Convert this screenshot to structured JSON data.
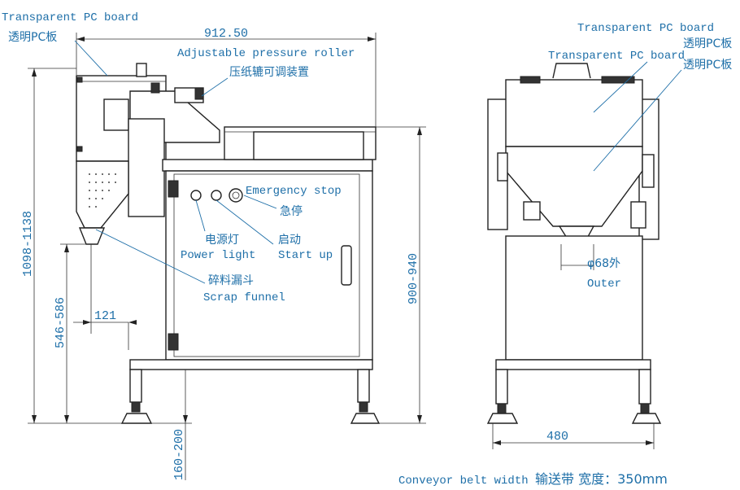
{
  "labels": {
    "pc_board_en_left": "Transparent PC board",
    "pc_board_cn_left": "透明PC板",
    "roller_en": "Adjustable pressure roller",
    "roller_cn": "压纸辘可调装置",
    "estop_en": "Emergency stop",
    "estop_cn": "急停",
    "power_cn": "电源灯",
    "power_en": "Power light",
    "start_cn": "启动",
    "start_en": "Start up",
    "funnel_cn": "碎料漏斗",
    "funnel_en": "Scrap funnel",
    "pc_board_en_r1": "Transparent PC board",
    "pc_board_cn_r1": "透明PC板",
    "pc_board_en_r2": "Transparent PC board",
    "pc_board_cn_r2": "透明PC板",
    "outer_dia": "φ68外",
    "outer_en": "Outer",
    "belt_en": "Conveyor belt width",
    "belt_cn": "输送带 宽度：350mm"
  },
  "dimensions": {
    "total_length": "912.50",
    "total_height": "1098-1138",
    "funnel_height": "546-586",
    "funnel_offset": "121",
    "table_height": "900-940",
    "foot_height": "160-200",
    "width": "480"
  },
  "colors": {
    "annotation": "#1e6fa8",
    "drawing": "#222222"
  }
}
